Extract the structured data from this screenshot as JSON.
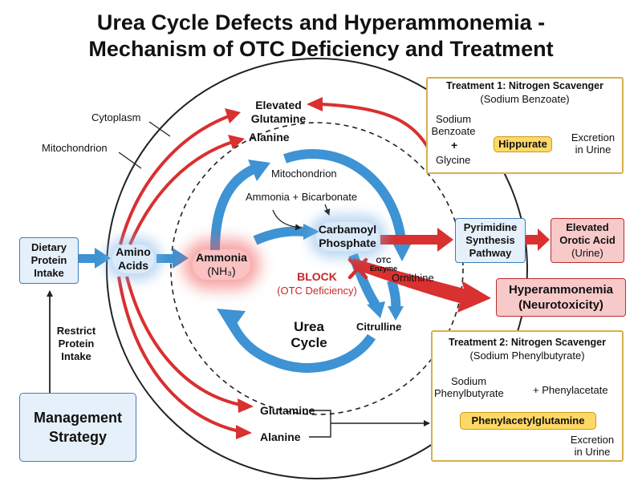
{
  "title": {
    "line1": "Urea Cycle Defects and Hyperammonemia -",
    "line2": "Mechanism of OTC Deficiency and Treatment"
  },
  "labels": {
    "cytoplasm": "Cytoplasm",
    "mitochondrion_outer": "Mitochondrion",
    "mitochondrion_inner": "Mitochondrion",
    "elevated_glutamine_1": "Elevated",
    "elevated_glutamine_2": "Glutamine",
    "alanine_top": "Alanine",
    "dietary_1": "Dietary",
    "dietary_2": "Protein",
    "dietary_3": "Intake",
    "amino_1": "Amino",
    "amino_2": "Acids",
    "ammonia_1": "Ammonia",
    "ammonia_2": "(NH₃)",
    "ammonia_bicarb": "Ammonia + Bicarbonate",
    "carbamoyl_1": "Carbamoyl",
    "carbamoyl_2": "Phosphate",
    "otc_1": "OTC",
    "otc_2": "Enzyme",
    "ornithine": "Ornithine",
    "block": "BLOCK",
    "block_sub": "(OTC Deficiency)",
    "citrulline": "Citrulline",
    "urea_1": "Urea",
    "urea_2": "Cycle",
    "restrict_1": "Restrict",
    "restrict_2": "Protein",
    "restrict_3": "Intake",
    "management_1": "Management",
    "management_2": "Strategy",
    "glutamine_bottom": "Glutamine",
    "alanine_bottom": "Alanine",
    "pyrimidine_1": "Pyrimidine",
    "pyrimidine_2": "Synthesis",
    "pyrimidine_3": "Pathway",
    "orotic_1": "Elevated",
    "orotic_2": "Orotic Acid",
    "orotic_3": "(Urine)",
    "hyper_1": "Hyperammonemia",
    "hyper_2": "(Neurotoxicity)"
  },
  "treatment1": {
    "title": "Treatment 1: Nitrogen Scavenger",
    "subtitle": "(Sodium Benzoate)",
    "sodium": "Sodium",
    "benzoate": "Benzoate",
    "plus": "+",
    "glycine": "Glycine",
    "product": "Hippurate",
    "excretion_1": "Excretion",
    "excretion_2": "in Urine"
  },
  "treatment2": {
    "title": "Treatment 2: Nitrogen Scavenger",
    "subtitle": "(Sodium Phenylbutyrate)",
    "sodium": "Sodium",
    "phenylbutyrate": "Phenylbutyrate",
    "plus_phenylacetate": "+ Phenylacetate",
    "product": "Phenylacetylglutamine",
    "excretion_1": "Excretion",
    "excretion_2": "in Urine"
  },
  "colors": {
    "red_arrow": "#d93030",
    "blue_arrow": "#3d93d3",
    "blue_box_fill": "#e6f0fa",
    "blue_box_border": "#3d7fb8",
    "red_box_fill": "#f7c9c9",
    "red_box_border": "#b83030",
    "treatment_border": "#d8b04a",
    "yellow_fill": "#ffd866",
    "block_text": "#c62828"
  }
}
